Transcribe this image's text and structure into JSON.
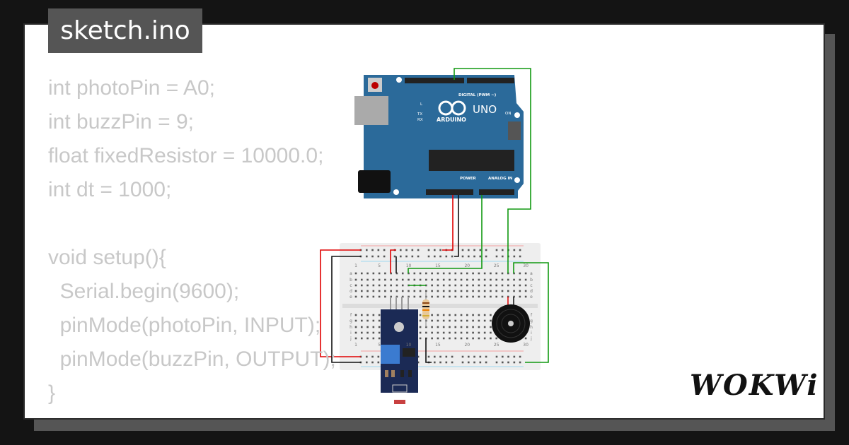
{
  "title": "sketch.ino",
  "code_lines": [
    "int photoPin = A0;",
    "int buzzPin = 9;",
    "float fixedResistor = 10000.0;",
    "int dt = 1000;",
    "",
    "void setup(){",
    "  Serial.begin(9600);",
    "  pinMode(photoPin, INPUT);",
    "  pinMode(buzzPin, OUTPUT);",
    "}"
  ],
  "arduino": {
    "brand": "ARDUINO",
    "model": "UNO",
    "digital_label": "DIGITAL (PWM ~)",
    "power_label": "POWER",
    "analog_label": "ANALOG IN",
    "on_label": "ON",
    "l_label": "L",
    "tx_label": "TX",
    "rx_label": "RX"
  },
  "breadboard": {
    "column_labels": [
      "1",
      "5",
      "10",
      "15",
      "20",
      "25",
      "30"
    ],
    "row_labels_top": [
      "a",
      "b",
      "c",
      "d",
      "e"
    ],
    "row_labels_bottom": [
      "f",
      "g",
      "h",
      "i",
      "j"
    ]
  },
  "logo": "WOKWi",
  "colors": {
    "wire_red": "#e00000",
    "wire_black": "#111111",
    "wire_green": "#119911",
    "board_blue": "#2b6a9a",
    "module_navy": "#1b2a55"
  }
}
